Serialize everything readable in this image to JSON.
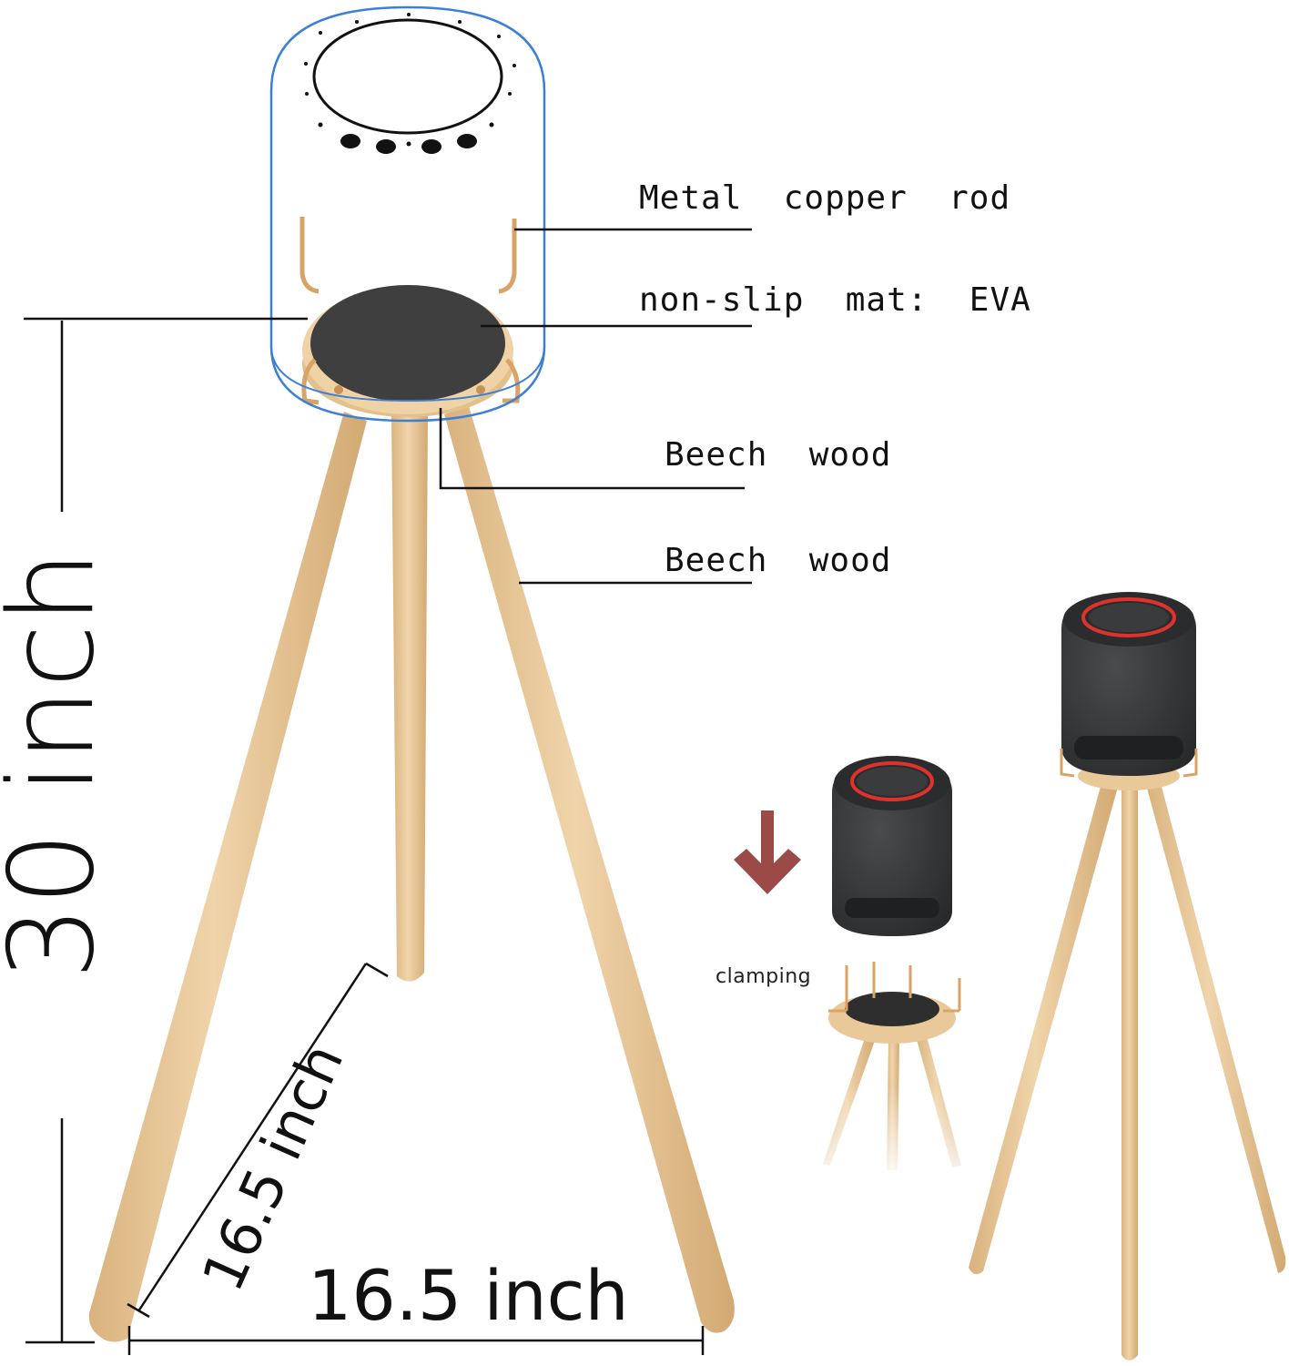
{
  "labels": {
    "rod": "Metal  copper  rod",
    "mat": "non-slip  mat:  EVA",
    "wood_top": "Beech  wood",
    "wood_legs": "Beech  wood",
    "height": "30 inch",
    "leg_spacing_diagonal": "16.5 inch",
    "leg_spacing_width": "16.5 inch",
    "clamping": "clamping"
  },
  "colors": {
    "wood": "#e9c99a",
    "wood_shade": "#d4ad78",
    "mat": "#3f3f3f",
    "copper": "#d9a366",
    "outline": "#3b7fd6",
    "arrow": "#9b4a48",
    "speaker": "#2f3031",
    "speaker_ring": "#e0322d"
  }
}
